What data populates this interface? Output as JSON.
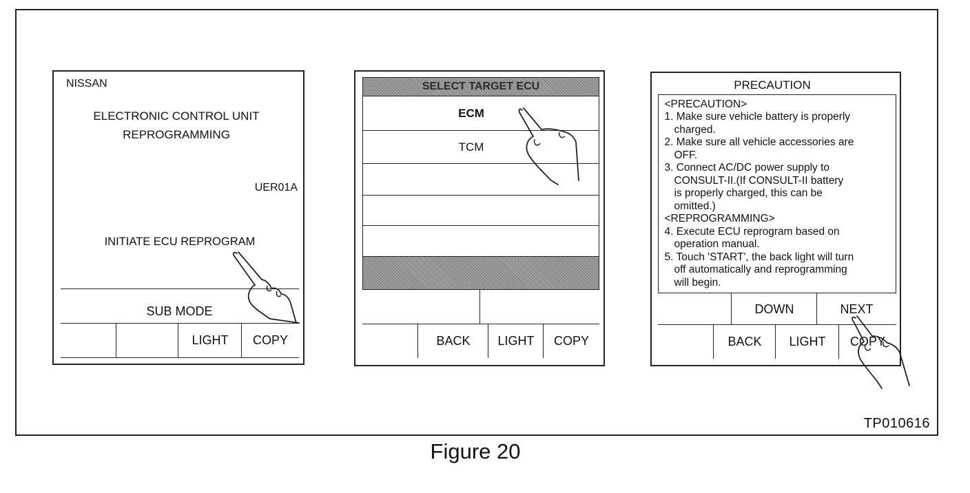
{
  "figure": {
    "code": "TP010616",
    "caption": "Figure 20"
  },
  "screen1": {
    "brand": "NISSAN",
    "title_line1": "ELECTRONIC CONTROL UNIT",
    "title_line2": "REPROGRAMMING",
    "code": "UER01A",
    "main_button": "INITIATE ECU REPROGRAM",
    "sub_button": "SUB MODE",
    "bottom_buttons": [
      "",
      "",
      "LIGHT",
      "COPY"
    ]
  },
  "screen2": {
    "header": "SELECT TARGET ECU",
    "items": [
      "ECM",
      "TCM",
      "",
      "",
      ""
    ],
    "row2_buttons": [
      "",
      ""
    ],
    "bottom_buttons": [
      "",
      "BACK",
      "LIGHT",
      "COPY"
    ]
  },
  "screen3": {
    "title": "PRECAUTION",
    "lines": [
      "<PRECAUTION>",
      "1. Make sure vehicle battery is properly",
      "charged.",
      "2. Make sure all vehicle accessories are",
      "OFF.",
      "3. Connect AC/DC power supply to",
      "CONSULT-II.(If CONSULT-II battery",
      "is properly charged, this can be",
      "omitted.)",
      "<REPROGRAMMING>",
      "4. Execute ECU reprogram based on",
      "operation manual.",
      "5. Touch 'START', the back light will turn",
      "off automatically and reprogramming",
      "will begin."
    ],
    "row2_buttons": [
      "",
      "DOWN",
      "NEXT"
    ],
    "bottom_buttons": [
      "",
      "BACK",
      "LIGHT",
      "COPY"
    ]
  },
  "icons": [
    "pointing-hand-icon"
  ]
}
